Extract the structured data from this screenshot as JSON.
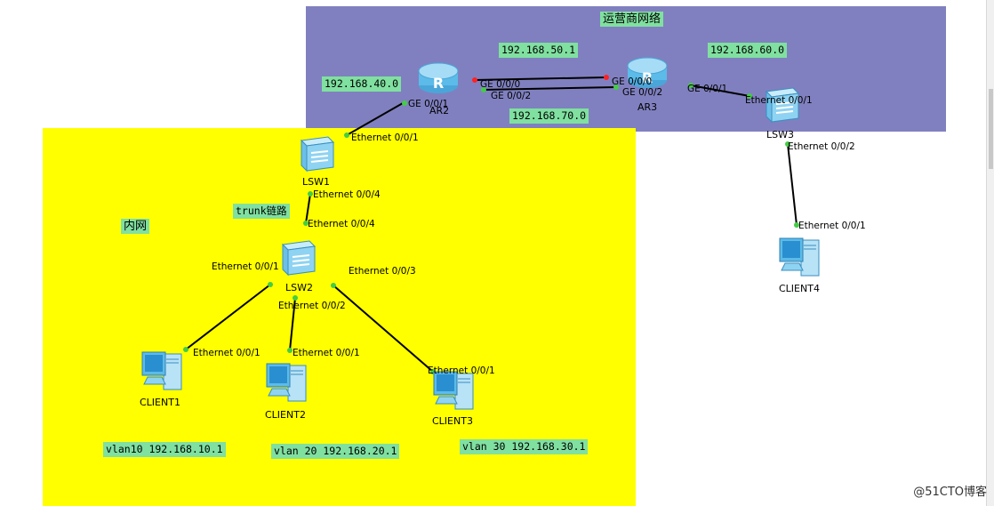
{
  "zones": {
    "isp_title": "运营商网络",
    "lan_title": "内网"
  },
  "devices": {
    "ar2": "AR2",
    "ar3": "AR3",
    "lsw1": "LSW1",
    "lsw2": "LSW2",
    "lsw3": "LSW3",
    "client1": "CLIENT1",
    "client2": "CLIENT2",
    "client3": "CLIENT3",
    "client4": "CLIENT4"
  },
  "router_glyph": "R",
  "ports": {
    "ar2_ge001": "GE 0/0/1",
    "ar2_ge000": "GE 0/0/0",
    "ar2_ge002": "GE 0/0/2",
    "ar3_ge000": "GE 0/0/0",
    "ar3_ge002": "GE 0/0/2",
    "ar3_ge001": "GE 0/0/1",
    "lsw3_eth001": "Ethernet 0/0/1",
    "lsw3_eth002": "Ethernet 0/0/2",
    "client4_eth001": "Ethernet 0/0/1",
    "lsw1_eth001": "Ethernet 0/0/1",
    "lsw1_eth004": "Ethernet 0/0/4",
    "lsw2_eth004": "Ethernet 0/0/4",
    "lsw2_eth001": "Ethernet 0/0/1",
    "lsw2_eth002": "Ethernet 0/0/2",
    "lsw2_eth003": "Ethernet 0/0/3",
    "client1_eth001": "Ethernet 0/0/1",
    "client2_eth001": "Ethernet 0/0/1",
    "client3_eth001": "Ethernet 0/0/1"
  },
  "tags": {
    "net40": "192.168.40.0",
    "net50": "192.168.50.1",
    "net60": "192.168.60.0",
    "net70": "192.168.70.0",
    "trunk": "trunk链路",
    "vlan10": "vlan10 192.168.10.1",
    "vlan20": "vlan 20 192.168.20.1",
    "vlan30": "vlan 30 192.168.30.1"
  },
  "watermark": "@51CTO博客",
  "colors": {
    "isp_zone": "#8080c0",
    "lan_zone": "#ffff00",
    "tag_bg": "#80e0a0",
    "port_up": "#44cc44",
    "port_down": "#ff2222"
  }
}
